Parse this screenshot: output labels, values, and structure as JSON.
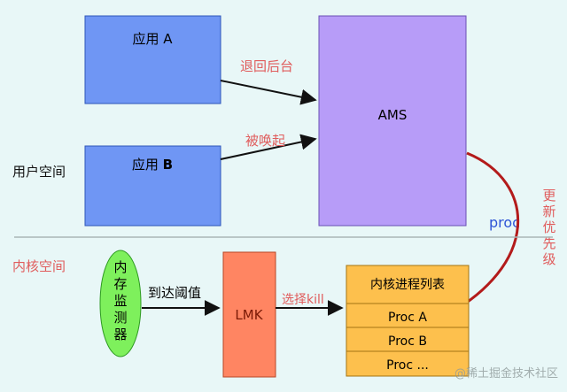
{
  "colors": {
    "background": "#e8f7f7",
    "app_box": "#6f96f4",
    "ams_box": "#b79cf8",
    "lmk_box": "#ff8562",
    "monitor_ellipse": "#7ef05c",
    "proc_table": "#fdc04d",
    "red_label": "#e05c5c",
    "blue_label": "#2f55d6",
    "arrow_dark": "#111111",
    "arrow_red": "#b31b1b",
    "divider": "#a9b6b6"
  },
  "user_space": {
    "label": "用户空间",
    "app_a": "应用 A",
    "app_b_prefix": "应用 ",
    "app_b_letter": "B",
    "edge_to_background": "退回后台",
    "edge_woken": "被唤起",
    "ams": "AMS",
    "proc_label": "proc",
    "update_priority": [
      "更",
      "新",
      "优",
      "先",
      "级"
    ]
  },
  "kernel_space": {
    "label": "内核空间",
    "memory_monitor": [
      "内",
      "存",
      "监",
      "测",
      "器"
    ],
    "edge_threshold": "到达阈值",
    "lmk": "LMK",
    "edge_select_kill": "选择kill",
    "proc_table": {
      "title": "内核进程列表",
      "rows": [
        "Proc A",
        "Proc B",
        "Proc ..."
      ]
    }
  },
  "watermark": "@稀土掘金技术社区"
}
